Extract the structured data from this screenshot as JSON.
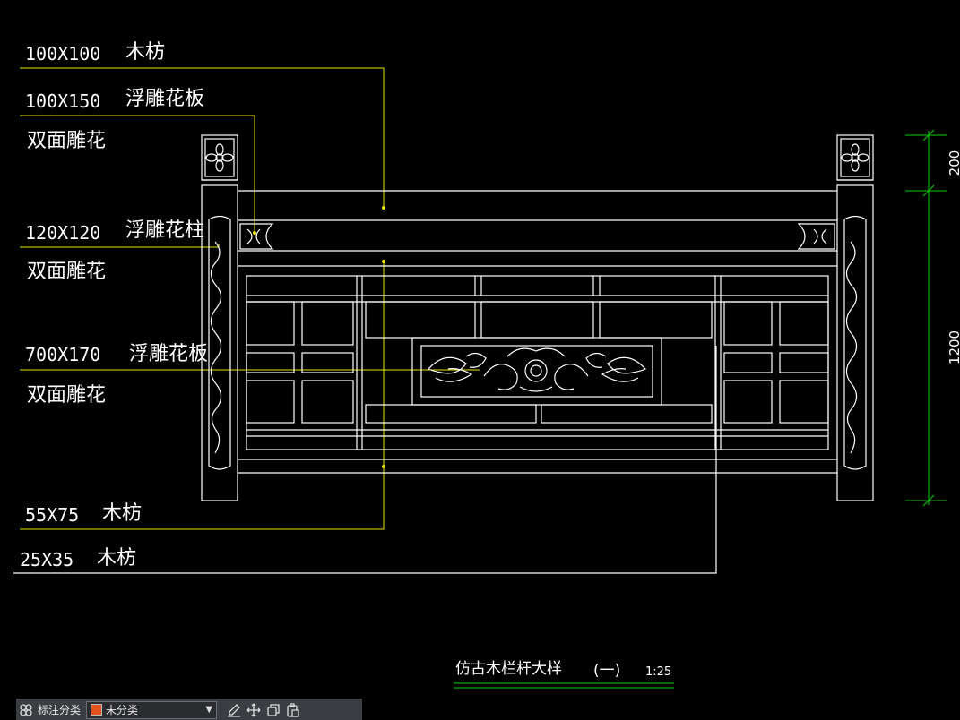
{
  "drawing": {
    "labels": [
      {
        "id": "lbl-100x100",
        "size": "100X100",
        "name": "木枋"
      },
      {
        "id": "lbl-100x150",
        "size": "100X150",
        "name": "浮雕花板",
        "note": "双面雕花"
      },
      {
        "id": "lbl-120x120",
        "size": "120X120",
        "name": "浮雕花柱",
        "note": "双面雕花"
      },
      {
        "id": "lbl-700x170",
        "size": "700X170",
        "name": "浮雕花板",
        "note": "双面雕花"
      },
      {
        "id": "lbl-55x75",
        "size": "55X75",
        "name": "木枋"
      },
      {
        "id": "lbl-25x35",
        "size": "25X35",
        "name": "木枋"
      }
    ],
    "dimensions": {
      "top": "200",
      "main": "1200"
    },
    "title": {
      "text": "仿古木栏杆大样",
      "number": "(一)",
      "scale": "1:25"
    },
    "colors": {
      "background": "#000000",
      "lines": "#ffffff",
      "leaders": "#e6e600",
      "dims": "#00d000"
    }
  },
  "toolbar": {
    "layout_icon": "grid-icon",
    "category_label": "标注分类",
    "category_value": "未分类",
    "category_color": "#e2531f",
    "tools": [
      "edit-icon",
      "move-icon",
      "copy-icon",
      "paste-icon"
    ]
  }
}
